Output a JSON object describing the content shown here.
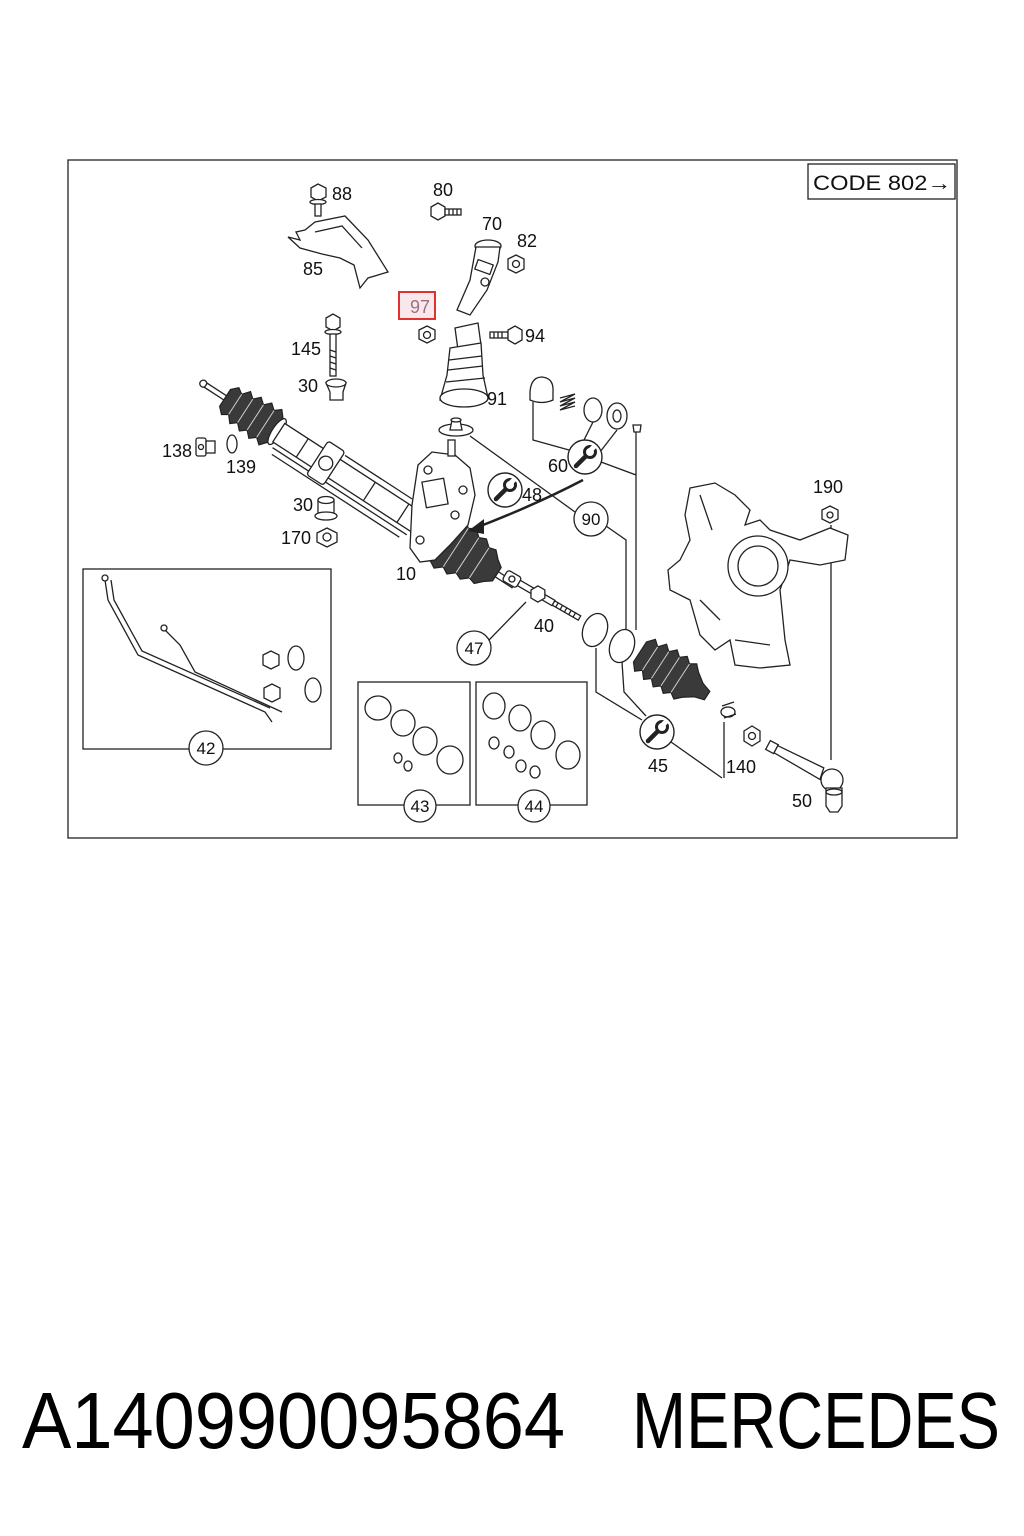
{
  "header": {
    "code_label": "CODE 802→"
  },
  "callouts": [
    {
      "number": "88"
    },
    {
      "number": "80"
    },
    {
      "number": "70"
    },
    {
      "number": "82"
    },
    {
      "number": "85"
    },
    {
      "number": "94"
    },
    {
      "number": "145"
    },
    {
      "number": "91"
    },
    {
      "number": "30"
    },
    {
      "number": "138"
    },
    {
      "number": "139"
    },
    {
      "number": "60"
    },
    {
      "number": "48"
    },
    {
      "number": "190"
    },
    {
      "number": "30"
    },
    {
      "number": "170"
    },
    {
      "number": "10"
    },
    {
      "number": "40"
    },
    {
      "number": "45"
    },
    {
      "number": "140"
    },
    {
      "number": "50"
    }
  ],
  "circled_callouts": [
    {
      "number": "90"
    },
    {
      "number": "47"
    },
    {
      "number": "42"
    },
    {
      "number": "43"
    },
    {
      "number": "44"
    }
  ],
  "highlighted_callout": {
    "number": "97",
    "border_color": "#e03030",
    "fill_color": "#f8e8ec",
    "text_color": "#a07080"
  },
  "icons": {
    "service_kit": "wrench-icon",
    "direction": "arrow-icon"
  },
  "footer": {
    "part_number": "A140990095864",
    "brand": "MERCEDES"
  }
}
